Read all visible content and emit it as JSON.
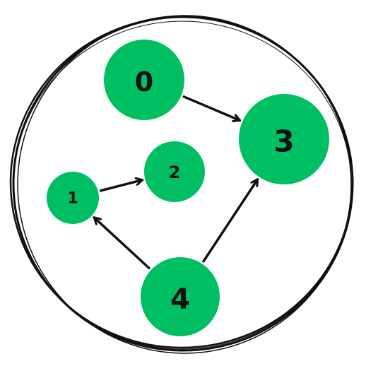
{
  "diagram": {
    "colors": {
      "node_fill": "#00BF63",
      "edge": "#111111",
      "frame": "#111111",
      "label": "#111111"
    },
    "nodes": [
      {
        "id": "0",
        "label": "0"
      },
      {
        "id": "1",
        "label": "1"
      },
      {
        "id": "2",
        "label": "2"
      },
      {
        "id": "3",
        "label": "3"
      },
      {
        "id": "4",
        "label": "4"
      }
    ],
    "edges": [
      {
        "from": "0",
        "to": "3"
      },
      {
        "from": "1",
        "to": "2"
      },
      {
        "from": "4",
        "to": "1"
      },
      {
        "from": "4",
        "to": "3"
      }
    ]
  }
}
